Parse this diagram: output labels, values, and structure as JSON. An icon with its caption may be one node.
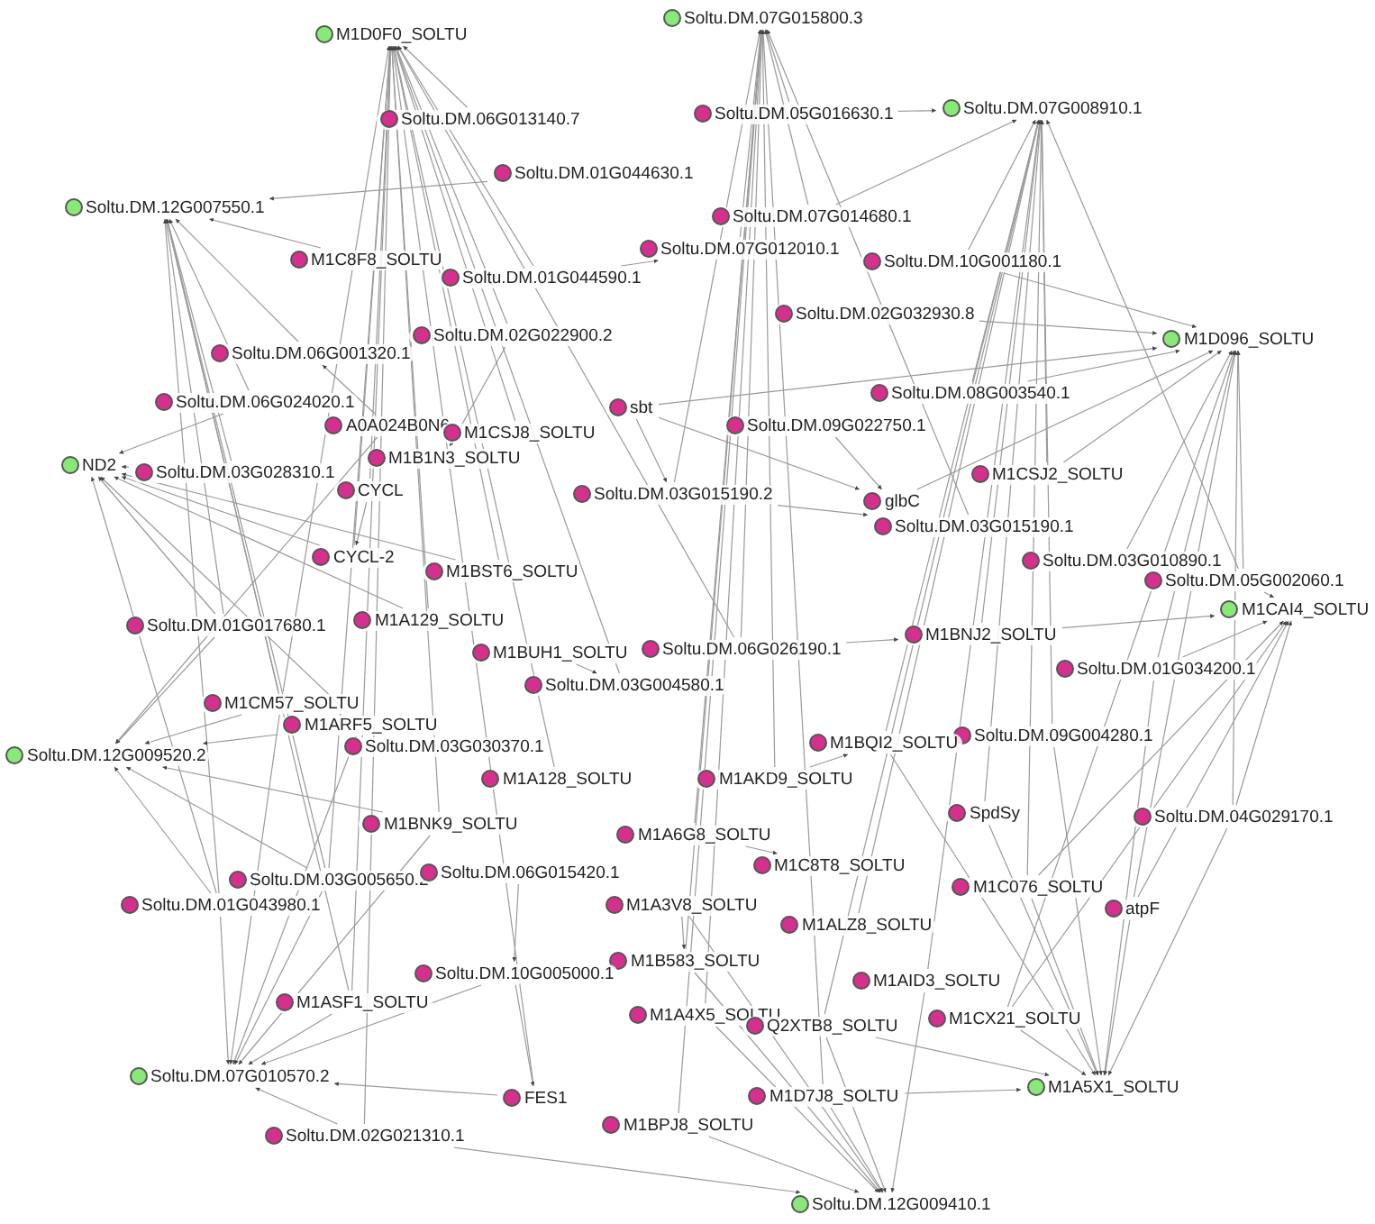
{
  "diagram": {
    "nodes": [
      {
        "text": [
          "M1D0F0_SOLTU"
        ]
      },
      {
        "text": [
          "Soltu.DM.07G015800.3"
        ]
      },
      {
        "text": [
          "Soltu.DM.07G008910.1"
        ]
      },
      {
        "text": [
          "Soltu.DM.12G007550.1"
        ]
      },
      {
        "text": [
          "M1D096_SOLTU"
        ]
      },
      {
        "text": [
          "ND2"
        ]
      },
      {
        "text": [
          "M1CAI4_SOLTU"
        ]
      },
      {
        "text": [
          "Soltu.DM.12G009520.2"
        ]
      },
      {
        "text": [
          "Soltu.DM.07G010570.2"
        ]
      },
      {
        "text": [
          "M1A5X1_SOLTU"
        ]
      },
      {
        "text": [
          "Soltu.DM.12G009410.1"
        ]
      },
      {
        "text": [
          "Soltu.DM.06G013140.7"
        ]
      },
      {
        "text": [
          "Soltu.DM.05G016630.1"
        ]
      },
      {
        "text": [
          "Soltu.DM.01G044630.1"
        ]
      },
      {
        "text": [
          "Soltu.DM.07G014680.1"
        ]
      },
      {
        "text": [
          "M1C8F8_SOLTU"
        ]
      },
      {
        "text": [
          "Soltu.DM.01G044590.1"
        ]
      },
      {
        "text": [
          "Soltu.DM.07G012010.1"
        ]
      },
      {
        "text": [
          "Soltu.DM.10G001180.1"
        ]
      },
      {
        "text": [
          "Soltu.DM.02G032930.8"
        ]
      },
      {
        "text": [
          "Soltu.DM.06G001320.1"
        ]
      },
      {
        "text": [
          "Soltu.DM.02G022900.2"
        ]
      },
      {
        "text": [
          "Soltu.DM.08G003540.1"
        ]
      },
      {
        "text": [
          "Soltu.DM.06G024020.1"
        ]
      },
      {
        "text": [
          "A0A024B0N6"
        ]
      },
      {
        "text": [
          "sbt"
        ]
      },
      {
        "text": [
          "M1CSJ8_SOLTU"
        ]
      },
      {
        "text": [
          "Soltu.DM.09G022750.1"
        ]
      },
      {
        "text": [
          "Soltu.DM.03G028310.1"
        ]
      },
      {
        "text": [
          "CYCL"
        ]
      },
      {
        "text": [
          "M1B1N3_SOLTU"
        ]
      },
      {
        "text": [
          "Soltu.DM.03G015190.2"
        ]
      },
      {
        "text": [
          "glbC"
        ]
      },
      {
        "text": [
          "M1CSJ2_SOLTU"
        ]
      },
      {
        "text": [
          "Soltu.DM.03G015190.1"
        ]
      },
      {
        "text": [
          "Soltu.DM.03G010890.1"
        ]
      },
      {
        "text": [
          "CYCL-2"
        ]
      },
      {
        "text": [
          "M1BST6_SOLTU"
        ]
      },
      {
        "text": [
          "Soltu.DM.05G002060.1"
        ]
      },
      {
        "text": [
          "M1A129_SOLTU"
        ]
      },
      {
        "text": [
          "M1BUH1_SOLTU"
        ]
      },
      {
        "text": [
          "Soltu.DM.06G026190.1"
        ]
      },
      {
        "text": [
          "M1BNJ2_SOLTU"
        ]
      },
      {
        "text": [
          "Soltu.DM.03G004580.1"
        ]
      },
      {
        "text": [
          "Soltu.DM.01G034200.1"
        ]
      },
      {
        "text": [
          "Soltu.DM.01G017680.1"
        ]
      },
      {
        "text": [
          "M1CM57_SOLTU"
        ]
      },
      {
        "text": [
          "M1ARF5_SOLTU"
        ]
      },
      {
        "text": [
          "Soltu.DM.03G030370.1"
        ]
      },
      {
        "text": [
          "Soltu.DM.09G004280.1"
        ]
      },
      {
        "text": [
          "M1BQI2_SOLTU"
        ]
      },
      {
        "text": [
          "M1AKD9_SOLTU"
        ]
      },
      {
        "text": [
          "M1A128_SOLTU"
        ]
      },
      {
        "text": [
          "SpdSy"
        ]
      },
      {
        "text": [
          "Soltu.DM.04G029170.1"
        ]
      },
      {
        "text": [
          "M1BNK9_SOLTU"
        ]
      },
      {
        "text": [
          "M1A6G8_SOLTU"
        ]
      },
      {
        "text": [
          "M1C8T8_SOLTU"
        ]
      },
      {
        "text": [
          "Soltu.DM.03G005650.2"
        ]
      },
      {
        "text": [
          "Soltu.DM.06G015420.1"
        ]
      },
      {
        "text": [
          "M1A3V8_SOLTU"
        ]
      },
      {
        "text": [
          "M1C076_SOLTU"
        ]
      },
      {
        "text": [
          "atpF"
        ]
      },
      {
        "text": [
          "Soltu.DM.01G043980.1"
        ]
      },
      {
        "text": [
          "M1ALZ8_SOLTU"
        ]
      },
      {
        "text": [
          "M1B583_SOLTU"
        ]
      },
      {
        "text": [
          "M1AID3_SOLTU"
        ]
      },
      {
        "text": [
          "Soltu.DM.10G005000.1"
        ]
      },
      {
        "text": [
          "M1ASF1_SOLTU"
        ]
      },
      {
        "text": [
          "M1A4X5_SOLTU"
        ]
      },
      {
        "text": [
          "Q2XTB8_SOLTU"
        ]
      },
      {
        "text": [
          "M1CX21_SOLTU"
        ]
      },
      {
        "text": [
          "FES1"
        ]
      },
      {
        "text": [
          "M1D7J8_SOLTU"
        ]
      },
      {
        "text": [
          "M1BPJ8_SOLTU"
        ]
      },
      {
        "text": [
          "Soltu.DM.02G021310.1"
        ]
      }
    ],
    "edges": [
      {
        "from": 11,
        "to": 0,
        "arrow": "to"
      },
      {
        "from": 16,
        "to": 0,
        "arrow": "to"
      },
      {
        "from": 21,
        "to": 0,
        "arrow": "to"
      },
      {
        "from": 26,
        "to": 0,
        "arrow": "to"
      },
      {
        "from": 29,
        "to": 0,
        "arrow": "to"
      },
      {
        "from": 36,
        "to": 0,
        "arrow": "to"
      },
      {
        "from": 37,
        "to": 0,
        "arrow": "to"
      },
      {
        "from": 39,
        "to": 0,
        "arrow": "to"
      },
      {
        "from": 46,
        "to": 0,
        "arrow": "to"
      },
      {
        "from": 52,
        "to": 0,
        "arrow": "to"
      },
      {
        "from": 55,
        "to": 0,
        "arrow": "to"
      },
      {
        "from": 58,
        "to": 0,
        "arrow": "to"
      },
      {
        "from": 68,
        "to": 0,
        "arrow": "to"
      },
      {
        "from": 72,
        "to": 0,
        "arrow": "to"
      },
      {
        "from": 75,
        "to": 0,
        "arrow": "to"
      },
      {
        "from": 41,
        "to": 0,
        "arrow": "to"
      },
      {
        "from": 43,
        "to": 0,
        "arrow": "to"
      },
      {
        "from": 12,
        "to": 1,
        "arrow": "to"
      },
      {
        "from": 14,
        "to": 1,
        "arrow": "to"
      },
      {
        "from": 17,
        "to": 1,
        "arrow": "to"
      },
      {
        "from": 31,
        "to": 1,
        "arrow": "to"
      },
      {
        "from": 34,
        "to": 1,
        "arrow": "to"
      },
      {
        "from": 41,
        "to": 1,
        "arrow": "to"
      },
      {
        "from": 51,
        "to": 1,
        "arrow": "to"
      },
      {
        "from": 56,
        "to": 1,
        "arrow": "to"
      },
      {
        "from": 65,
        "to": 1,
        "arrow": "to"
      },
      {
        "from": 69,
        "to": 1,
        "arrow": "to"
      },
      {
        "from": 73,
        "to": 1,
        "arrow": "to"
      },
      {
        "from": 74,
        "to": 1,
        "arrow": "to"
      },
      {
        "from": 12,
        "to": 2,
        "arrow": "to"
      },
      {
        "from": 14,
        "to": 2,
        "arrow": "to"
      },
      {
        "from": 18,
        "to": 2,
        "arrow": "to"
      },
      {
        "from": 22,
        "to": 2,
        "arrow": "to"
      },
      {
        "from": 33,
        "to": 2,
        "arrow": "to"
      },
      {
        "from": 42,
        "to": 2,
        "arrow": "to"
      },
      {
        "from": 49,
        "to": 2,
        "arrow": "to"
      },
      {
        "from": 50,
        "to": 2,
        "arrow": "to"
      },
      {
        "from": 53,
        "to": 2,
        "arrow": "to"
      },
      {
        "from": 61,
        "to": 2,
        "arrow": "to"
      },
      {
        "from": 64,
        "to": 2,
        "arrow": "to"
      },
      {
        "from": 66,
        "to": 2,
        "arrow": "to"
      },
      {
        "from": 70,
        "to": 2,
        "arrow": "to"
      },
      {
        "from": 38,
        "to": 2,
        "arrow": "to"
      },
      {
        "from": 15,
        "to": 3,
        "arrow": "to"
      },
      {
        "from": 20,
        "to": 3,
        "arrow": "to"
      },
      {
        "from": 23,
        "to": 3,
        "arrow": "to"
      },
      {
        "from": 28,
        "to": 3,
        "arrow": "to"
      },
      {
        "from": 45,
        "to": 3,
        "arrow": "to"
      },
      {
        "from": 46,
        "to": 3,
        "arrow": "to"
      },
      {
        "from": 58,
        "to": 3,
        "arrow": "to"
      },
      {
        "from": 63,
        "to": 3,
        "arrow": "to"
      },
      {
        "from": 68,
        "to": 3,
        "arrow": "to"
      },
      {
        "from": 13,
        "to": 3,
        "arrow": "to"
      },
      {
        "from": 18,
        "to": 4,
        "arrow": "to"
      },
      {
        "from": 19,
        "to": 4,
        "arrow": "to"
      },
      {
        "from": 22,
        "to": 4,
        "arrow": "to"
      },
      {
        "from": 33,
        "to": 4,
        "arrow": "to"
      },
      {
        "from": 35,
        "to": 4,
        "arrow": "to"
      },
      {
        "from": 38,
        "to": 4,
        "arrow": "to"
      },
      {
        "from": 44,
        "to": 4,
        "arrow": "to"
      },
      {
        "from": 54,
        "to": 4,
        "arrow": "to"
      },
      {
        "from": 62,
        "to": 4,
        "arrow": "to"
      },
      {
        "from": 71,
        "to": 4,
        "arrow": "to"
      },
      {
        "from": 25,
        "to": 4,
        "arrow": "to"
      },
      {
        "from": 32,
        "to": 4,
        "arrow": "to"
      },
      {
        "from": 23,
        "to": 5,
        "arrow": "to"
      },
      {
        "from": 28,
        "to": 5,
        "arrow": "to"
      },
      {
        "from": 36,
        "to": 5,
        "arrow": "to"
      },
      {
        "from": 45,
        "to": 5,
        "arrow": "to"
      },
      {
        "from": 63,
        "to": 5,
        "arrow": "to"
      },
      {
        "from": 37,
        "to": 5,
        "arrow": "to"
      },
      {
        "from": 47,
        "to": 5,
        "arrow": "to"
      },
      {
        "from": 39,
        "to": 5,
        "arrow": "to"
      },
      {
        "from": 38,
        "to": 6,
        "arrow": "to"
      },
      {
        "from": 44,
        "to": 6,
        "arrow": "to"
      },
      {
        "from": 54,
        "to": 6,
        "arrow": "to"
      },
      {
        "from": 61,
        "to": 6,
        "arrow": "to"
      },
      {
        "from": 62,
        "to": 6,
        "arrow": "to"
      },
      {
        "from": 71,
        "to": 6,
        "arrow": "to"
      },
      {
        "from": 42,
        "to": 6,
        "arrow": "to"
      },
      {
        "from": 45,
        "to": 7,
        "arrow": "to"
      },
      {
        "from": 46,
        "to": 7,
        "arrow": "to"
      },
      {
        "from": 47,
        "to": 7,
        "arrow": "to"
      },
      {
        "from": 63,
        "to": 7,
        "arrow": "to"
      },
      {
        "from": 58,
        "to": 7,
        "arrow": "to"
      },
      {
        "from": 24,
        "to": 7,
        "arrow": "to"
      },
      {
        "from": 55,
        "to": 7,
        "arrow": "to"
      },
      {
        "from": 63,
        "to": 8,
        "arrow": "to"
      },
      {
        "from": 58,
        "to": 8,
        "arrow": "to"
      },
      {
        "from": 68,
        "to": 8,
        "arrow": "to"
      },
      {
        "from": 75,
        "to": 8,
        "arrow": "to"
      },
      {
        "from": 72,
        "to": 8,
        "arrow": "to"
      },
      {
        "from": 67,
        "to": 8,
        "arrow": "to"
      },
      {
        "from": 55,
        "to": 8,
        "arrow": "to"
      },
      {
        "from": 47,
        "to": 8,
        "arrow": "to"
      },
      {
        "from": 46,
        "to": 8,
        "arrow": "to"
      },
      {
        "from": 61,
        "to": 9,
        "arrow": "to"
      },
      {
        "from": 62,
        "to": 9,
        "arrow": "to"
      },
      {
        "from": 71,
        "to": 9,
        "arrow": "to"
      },
      {
        "from": 70,
        "to": 9,
        "arrow": "to"
      },
      {
        "from": 73,
        "to": 9,
        "arrow": "to"
      },
      {
        "from": 53,
        "to": 9,
        "arrow": "to"
      },
      {
        "from": 50,
        "to": 9,
        "arrow": "to"
      },
      {
        "from": 49,
        "to": 9,
        "arrow": "to"
      },
      {
        "from": 54,
        "to": 9,
        "arrow": "to"
      },
      {
        "from": 44,
        "to": 9,
        "arrow": "to"
      },
      {
        "from": 73,
        "to": 10,
        "arrow": "to"
      },
      {
        "from": 74,
        "to": 10,
        "arrow": "to"
      },
      {
        "from": 70,
        "to": 10,
        "arrow": "to"
      },
      {
        "from": 69,
        "to": 10,
        "arrow": "to"
      },
      {
        "from": 65,
        "to": 10,
        "arrow": "to"
      },
      {
        "from": 60,
        "to": 10,
        "arrow": "to"
      },
      {
        "from": 75,
        "to": 10,
        "arrow": "to"
      },
      {
        "from": 66,
        "to": 10,
        "arrow": "to"
      },
      {
        "from": 25,
        "to": 32,
        "arrow": "to"
      },
      {
        "from": 25,
        "to": 31,
        "arrow": "to"
      },
      {
        "from": 31,
        "to": 34,
        "arrow": "to"
      },
      {
        "from": 40,
        "to": 43,
        "arrow": "to"
      },
      {
        "from": 41,
        "to": 42,
        "arrow": "to"
      },
      {
        "from": 51,
        "to": 50,
        "arrow": "to"
      },
      {
        "from": 60,
        "to": 65,
        "arrow": "to"
      },
      {
        "from": 67,
        "to": 72,
        "arrow": "to"
      },
      {
        "from": 29,
        "to": 36,
        "arrow": "to"
      },
      {
        "from": 24,
        "to": 20,
        "arrow": "to"
      },
      {
        "from": 16,
        "to": 17,
        "arrow": "to"
      },
      {
        "from": 59,
        "to": 67,
        "arrow": "to"
      },
      {
        "from": 56,
        "to": 57,
        "arrow": "to"
      },
      {
        "from": 21,
        "to": 30,
        "arrow": "to"
      },
      {
        "from": 27,
        "to": 32,
        "arrow": "to"
      }
    ]
  }
}
